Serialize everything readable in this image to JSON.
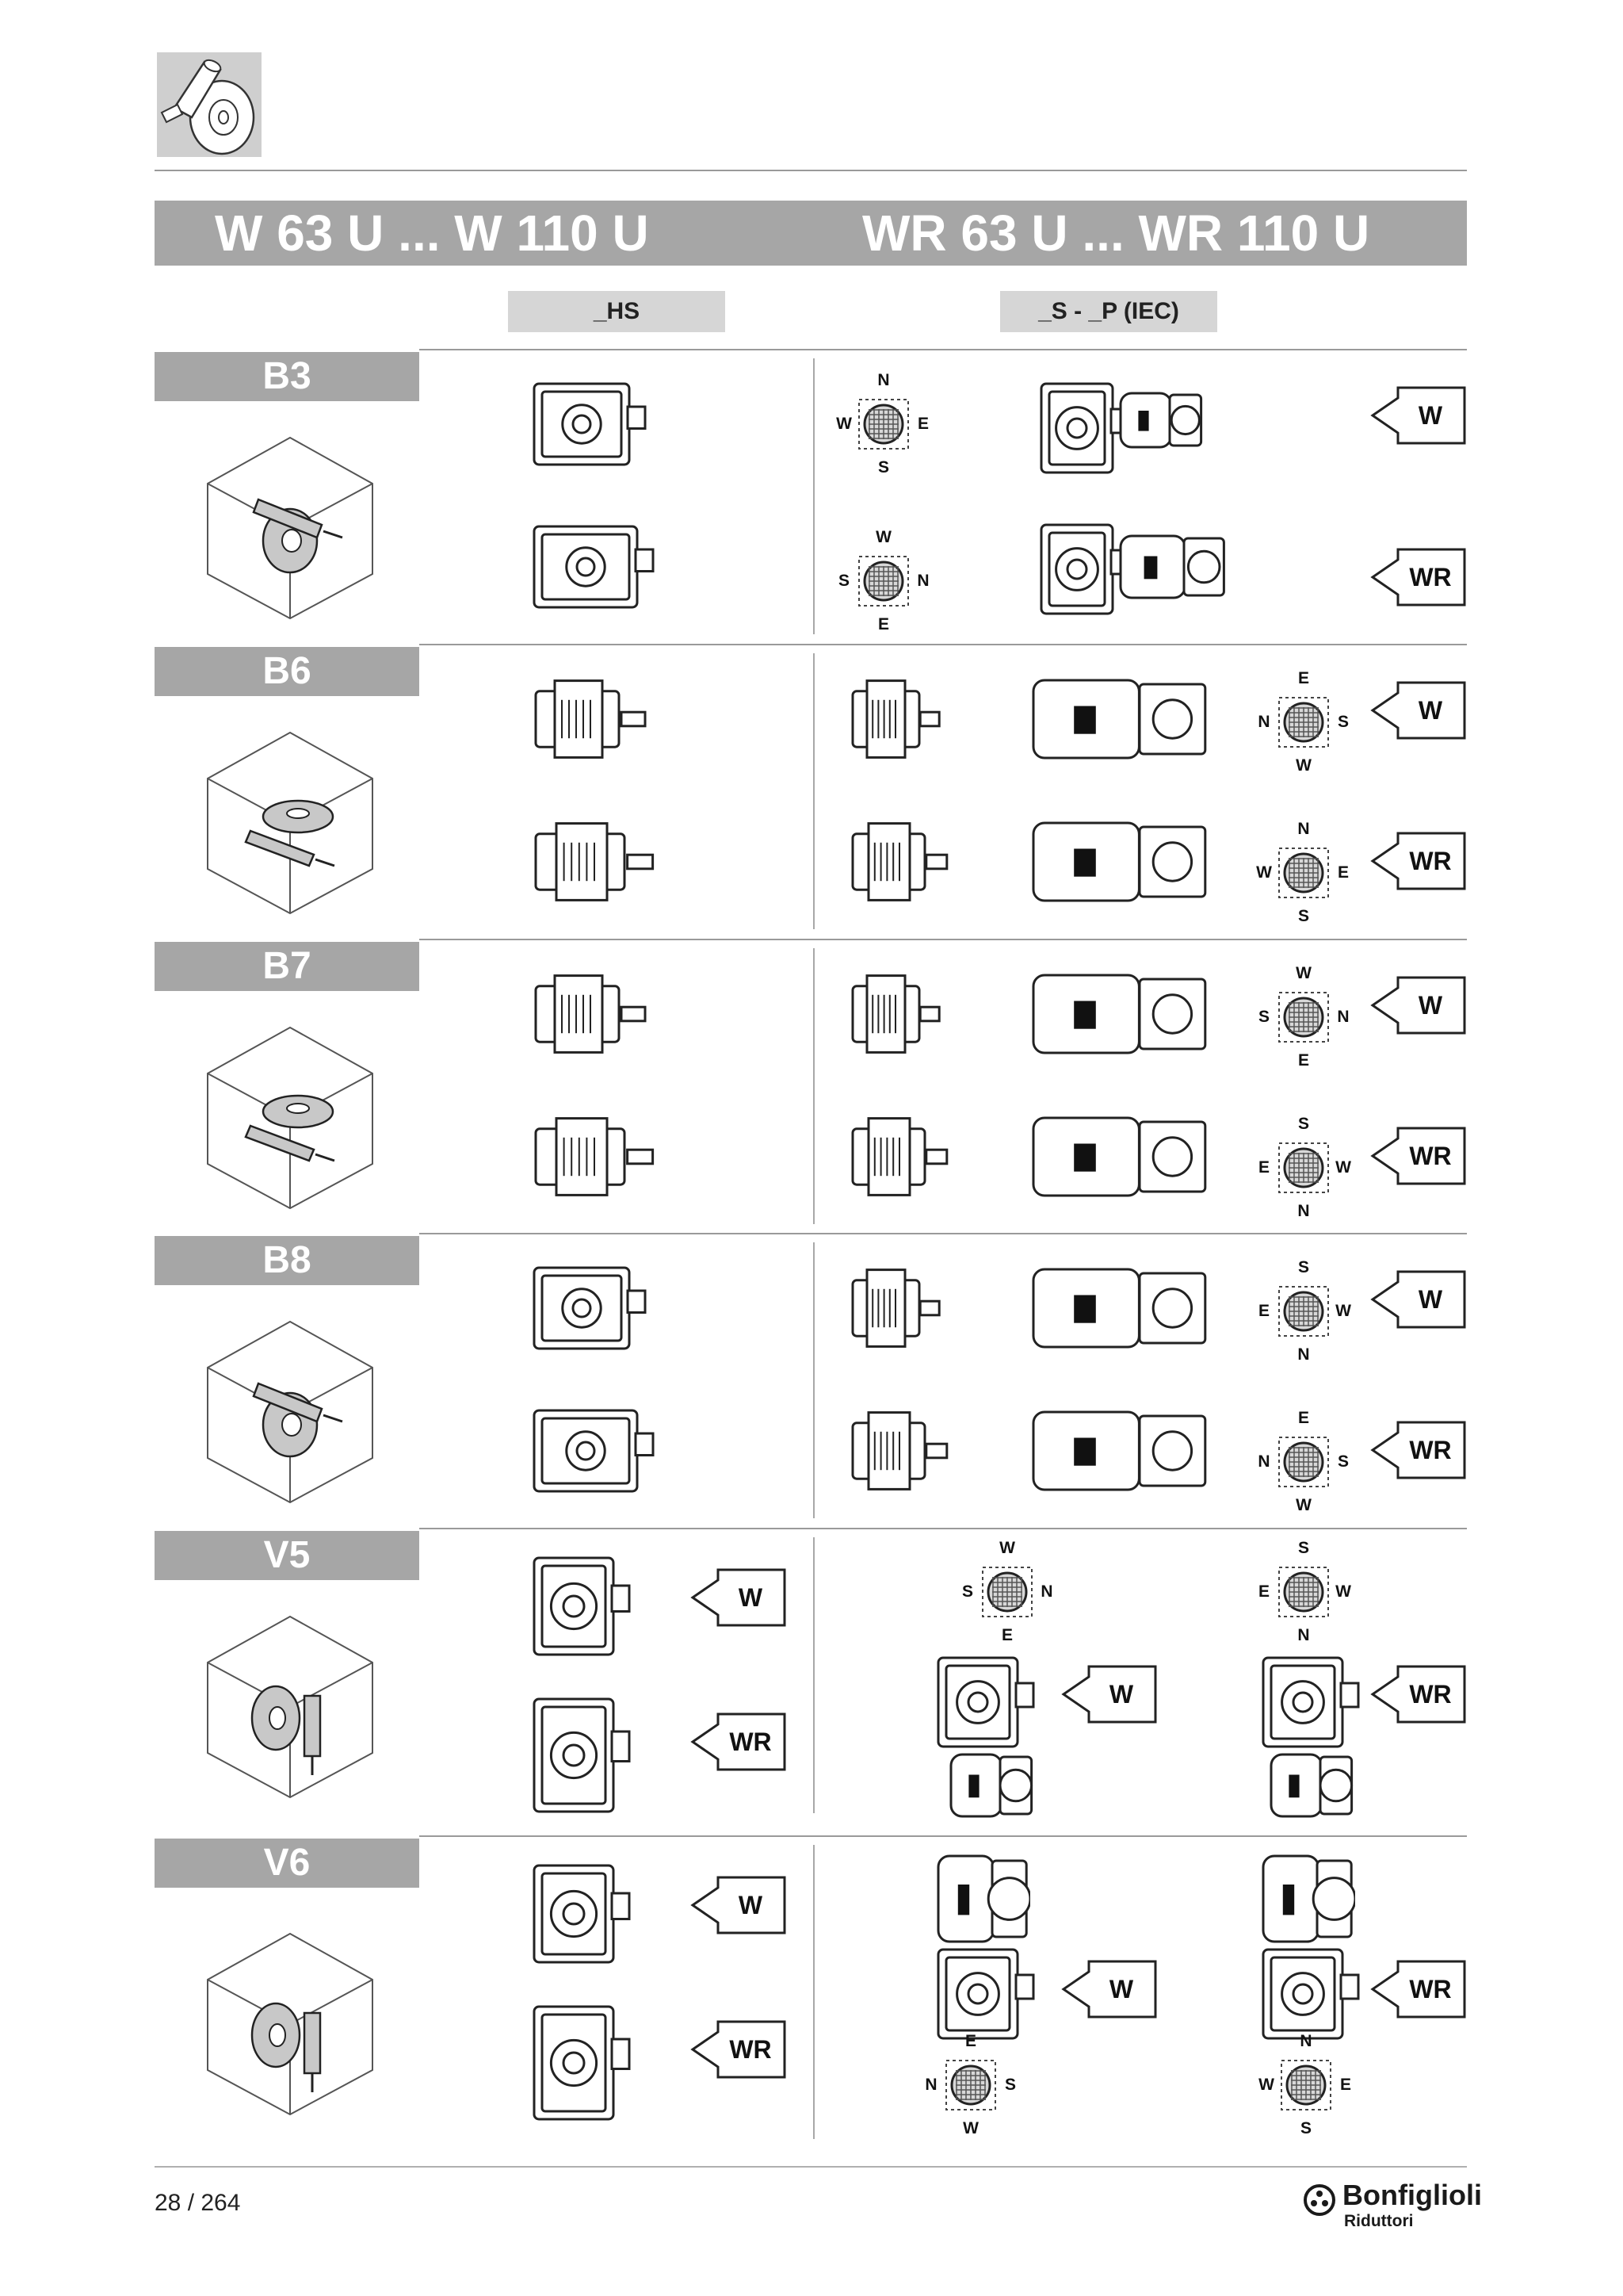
{
  "title": {
    "left": "W 63 U ... W 110 U",
    "right": "WR 63 U ... WR 110 U"
  },
  "columns": {
    "hs": "_HS",
    "iec": "_S - _P (IEC)"
  },
  "rows": [
    {
      "label": "B3"
    },
    {
      "label": "B6"
    },
    {
      "label": "B7"
    },
    {
      "label": "B8"
    },
    {
      "label": "V5"
    },
    {
      "label": "V6"
    }
  ],
  "callouts": {
    "w": "W",
    "wr": "WR"
  },
  "compass": {
    "b3_w": {
      "top": "N",
      "left": "W",
      "right": "E",
      "bottom": "S"
    },
    "b3_wr": {
      "top": "W",
      "left": "S",
      "right": "N",
      "bottom": "E"
    },
    "b6_w": {
      "top": "E",
      "left": "N",
      "right": "S",
      "bottom": "W"
    },
    "b6_wr": {
      "top": "N",
      "left": "W",
      "right": "E",
      "bottom": "S"
    },
    "b7_w": {
      "top": "W",
      "left": "S",
      "right": "N",
      "bottom": "E"
    },
    "b7_wr": {
      "top": "S",
      "left": "E",
      "right": "W",
      "bottom": "N"
    },
    "b8_w": {
      "top": "S",
      "left": "E",
      "right": "W",
      "bottom": "N"
    },
    "b8_wr": {
      "top": "E",
      "left": "N",
      "right": "S",
      "bottom": "W"
    },
    "v5_w": {
      "top": "W",
      "left": "S",
      "right": "N",
      "bottom": "E"
    },
    "v5_wr": {
      "top": "S",
      "left": "E",
      "right": "W",
      "bottom": "N"
    },
    "v6_w": {
      "top": "E",
      "left": "N",
      "right": "S",
      "bottom": "W"
    },
    "v6_wr": {
      "top": "N",
      "left": "W",
      "right": "E",
      "bottom": "S"
    }
  },
  "footer": {
    "page": "28 / 264",
    "brand": "Bonfiglioli",
    "brand_sub": "Riduttori"
  }
}
